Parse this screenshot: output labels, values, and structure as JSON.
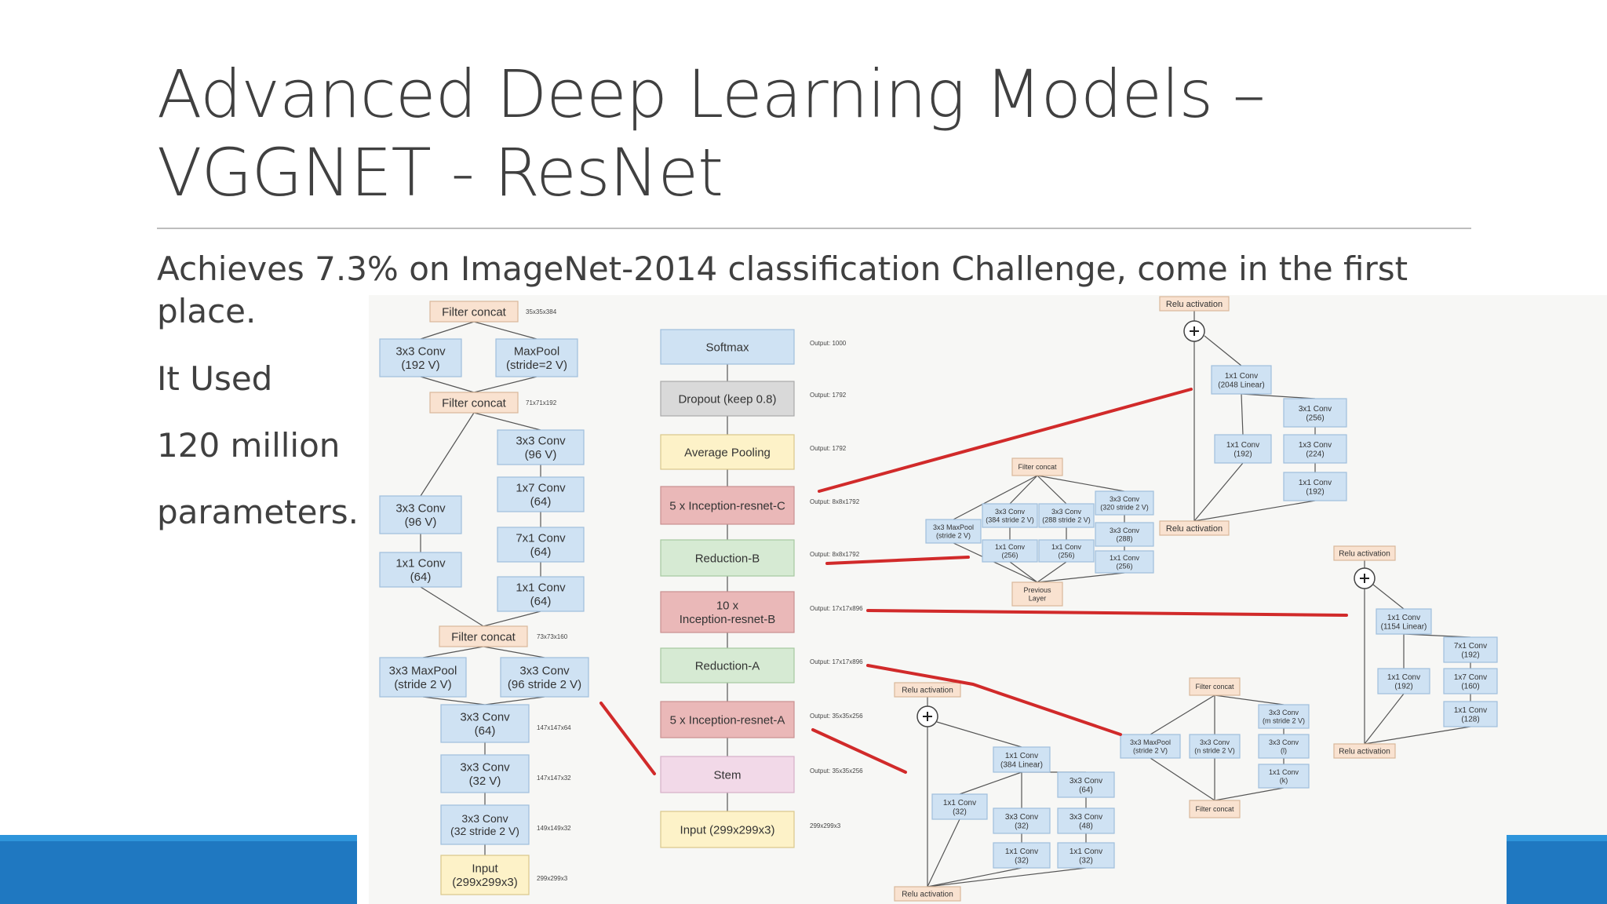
{
  "slide": {
    "title_line1": "Advanced Deep Learning Models –",
    "title_line2": "VGGNET - ResNet",
    "body": {
      "line1": "Achieves 7.3% on ImageNet-2014 classification Challenge, come in the first",
      "line2": "place.",
      "line3": "It Used",
      "line4": "120 million",
      "line5": "parameters."
    }
  },
  "colors": {
    "blue_box": "#cfe2f3",
    "peach_box": "#f9e2d0",
    "gray_box": "#d9d9d9",
    "yellow_box": "#fdf2c8",
    "red_box": "#eab8b8",
    "green_box": "#d6ead3",
    "pink_box": "#f2d9e8",
    "red_line": "#d12a2a",
    "footer": "#1f78c1"
  },
  "diagram": {
    "stem": [
      {
        "id": "fc_top",
        "label": "Filter concat",
        "dim": "35x35x384",
        "color": "peach"
      },
      {
        "id": "conv192",
        "label": "3x3 Conv|(192 V)",
        "color": "blue"
      },
      {
        "id": "maxpool2",
        "label": "MaxPool|(stride=2 V)",
        "color": "blue"
      },
      {
        "id": "fc_mid",
        "label": "Filter concat",
        "dim": "71x71x192",
        "color": "peach"
      },
      {
        "id": "r_conv96",
        "label": "3x3 Conv|(96 V)",
        "color": "blue"
      },
      {
        "id": "r_1x7",
        "label": "1x7 Conv|(64)",
        "color": "blue"
      },
      {
        "id": "r_7x1",
        "label": "7x1 Conv|(64)",
        "color": "blue"
      },
      {
        "id": "r_1x1",
        "label": "1x1 Conv|(64)",
        "color": "blue"
      },
      {
        "id": "l_conv96",
        "label": "3x3 Conv|(96 V)",
        "color": "blue"
      },
      {
        "id": "l_1x1",
        "label": "1x1 Conv|(64)",
        "color": "blue"
      },
      {
        "id": "fc_low",
        "label": "Filter concat",
        "dim": "73x73x160",
        "color": "peach"
      },
      {
        "id": "maxpoolS2",
        "label": "3x3 MaxPool|(stride 2 V)",
        "color": "blue"
      },
      {
        "id": "conv96s2",
        "label": "3x3 Conv|(96 stride 2 V)",
        "color": "blue"
      },
      {
        "id": "conv64",
        "label": "3x3 Conv|(64)",
        "dim": "147x147x64",
        "color": "blue"
      },
      {
        "id": "conv32v",
        "label": "3x3 Conv|(32 V)",
        "dim": "147x147x32",
        "color": "blue"
      },
      {
        "id": "conv32s2",
        "label": "3x3 Conv|(32 stride 2 V)",
        "dim": "149x149x32",
        "color": "blue"
      },
      {
        "id": "input",
        "label": "Input|(299x299x3)",
        "dim": "299x299x3",
        "color": "yellow"
      }
    ],
    "main": [
      {
        "id": "softmax",
        "label": "Softmax",
        "out": "Output: 1000",
        "color": "blue"
      },
      {
        "id": "dropout",
        "label": "Dropout (keep 0.8)",
        "out": "Output: 1792",
        "color": "gray"
      },
      {
        "id": "avgpool",
        "label": "Average Pooling",
        "out": "Output: 1792",
        "color": "yellow"
      },
      {
        "id": "incC",
        "label": "5 x Inception-resnet-C",
        "out": "Output: 8x8x1792",
        "color": "red"
      },
      {
        "id": "redB",
        "label": "Reduction-B",
        "out": "Output: 8x8x1792",
        "color": "green"
      },
      {
        "id": "incB",
        "label": "10 x|Inception-resnet-B",
        "out": "Output: 17x17x896",
        "color": "red"
      },
      {
        "id": "redA",
        "label": "Reduction-A",
        "out": "Output: 17x17x896",
        "color": "green"
      },
      {
        "id": "incA",
        "label": "5 x Inception-resnet-A",
        "out": "Output: 35x35x256",
        "color": "red"
      },
      {
        "id": "stemm",
        "label": "Stem",
        "out": "Output: 35x35x256",
        "color": "pink"
      },
      {
        "id": "inputm",
        "label": "Input (299x299x3)",
        "out": "299x299x3",
        "color": "yellow"
      }
    ],
    "blockC": [
      {
        "id": "c_relu_top",
        "label": "Relu activation",
        "color": "peach"
      },
      {
        "id": "c_1x1_2048",
        "label": "1x1 Conv|(2048 Linear)",
        "color": "blue"
      },
      {
        "id": "c_3x1",
        "label": "3x1 Conv|(256)",
        "color": "blue"
      },
      {
        "id": "c_1x1_192",
        "label": "1x1 Conv|(192)",
        "color": "blue"
      },
      {
        "id": "c_1x3",
        "label": "1x3 Conv|(224)",
        "color": "blue"
      },
      {
        "id": "c_1x1_192b",
        "label": "1x1 Conv|(192)",
        "color": "blue"
      },
      {
        "id": "c_relu_bot",
        "label": "Relu activation",
        "color": "peach"
      }
    ],
    "redBblock": [
      {
        "id": "rb_fc",
        "label": "Filter concat",
        "color": "peach"
      },
      {
        "id": "rb_mp",
        "label": "3x3 MaxPool|(stride 2 V)",
        "color": "blue"
      },
      {
        "id": "rb_c1",
        "label": "3x3 Conv|(384 stride 2 V)",
        "color": "blue"
      },
      {
        "id": "rb_c2",
        "label": "3x3 Conv|(288 stride 2 V)",
        "color": "blue"
      },
      {
        "id": "rb_c3",
        "label": "3x3 Conv|(320 stride 2 V)",
        "color": "blue"
      },
      {
        "id": "rb_c4",
        "label": "3x3 Conv|(288)",
        "color": "blue"
      },
      {
        "id": "rb_a",
        "label": "1x1 Conv|(256)",
        "color": "blue"
      },
      {
        "id": "rb_b",
        "label": "1x1 Conv|(256)",
        "color": "blue"
      },
      {
        "id": "rb_c",
        "label": "1x1 Conv|(256)",
        "color": "blue"
      },
      {
        "id": "rb_prev",
        "label": "Previous|Layer",
        "color": "peach"
      }
    ],
    "blockB": [
      {
        "id": "b_relu_top",
        "label": "Relu activation",
        "color": "peach"
      },
      {
        "id": "b_1x1_1154",
        "label": "1x1 Conv|(1154 Linear)",
        "color": "blue"
      },
      {
        "id": "b_7x1",
        "label": "7x1 Conv|(192)",
        "color": "blue"
      },
      {
        "id": "b_1x1_192",
        "label": "1x1 Conv|(192)",
        "color": "blue"
      },
      {
        "id": "b_1x7",
        "label": "1x7 Conv|(160)",
        "color": "blue"
      },
      {
        "id": "b_1x1_128",
        "label": "1x1 Conv|(128)",
        "color": "blue"
      },
      {
        "id": "b_relu_bot",
        "label": "Relu activation",
        "color": "peach"
      }
    ],
    "blockA": [
      {
        "id": "a_relu_top",
        "label": "Relu activation",
        "color": "peach"
      },
      {
        "id": "a_1x1_384",
        "label": "1x1 Conv|(384 Linear)",
        "color": "blue"
      },
      {
        "id": "a_1x1_32",
        "label": "1x1 Conv|(32)",
        "color": "blue"
      },
      {
        "id": "a_3x3_32",
        "label": "3x3 Conv|(32)",
        "color": "blue"
      },
      {
        "id": "a_3x3_64",
        "label": "3x3 Conv|(64)",
        "color": "blue"
      },
      {
        "id": "a_3x3_48",
        "label": "3x3 Conv|(48)",
        "color": "blue"
      },
      {
        "id": "a_1x1_32b",
        "label": "1x1 Conv|(32)",
        "color": "blue"
      },
      {
        "id": "a_1x1_32c",
        "label": "1x1 Conv|(32)",
        "color": "blue"
      },
      {
        "id": "a_relu_bot",
        "label": "Relu activation",
        "color": "peach"
      }
    ],
    "redAblock": [
      {
        "id": "ra_fc_top",
        "label": "Filter concat",
        "color": "peach"
      },
      {
        "id": "ra_mp",
        "label": "3x3 MaxPool|(stride 2 V)",
        "color": "blue"
      },
      {
        "id": "ra_c1",
        "label": "3x3 Conv|(n stride 2 V)",
        "color": "blue"
      },
      {
        "id": "ra_c2",
        "label": "3x3 Conv|(m stride 2 V)",
        "color": "blue"
      },
      {
        "id": "ra_c3",
        "label": "3x3 Conv|(l)",
        "color": "blue"
      },
      {
        "id": "ra_c4",
        "label": "1x1 Conv|(k)",
        "color": "blue"
      },
      {
        "id": "ra_fc_bot",
        "label": "Filter concat",
        "color": "peach"
      }
    ]
  }
}
